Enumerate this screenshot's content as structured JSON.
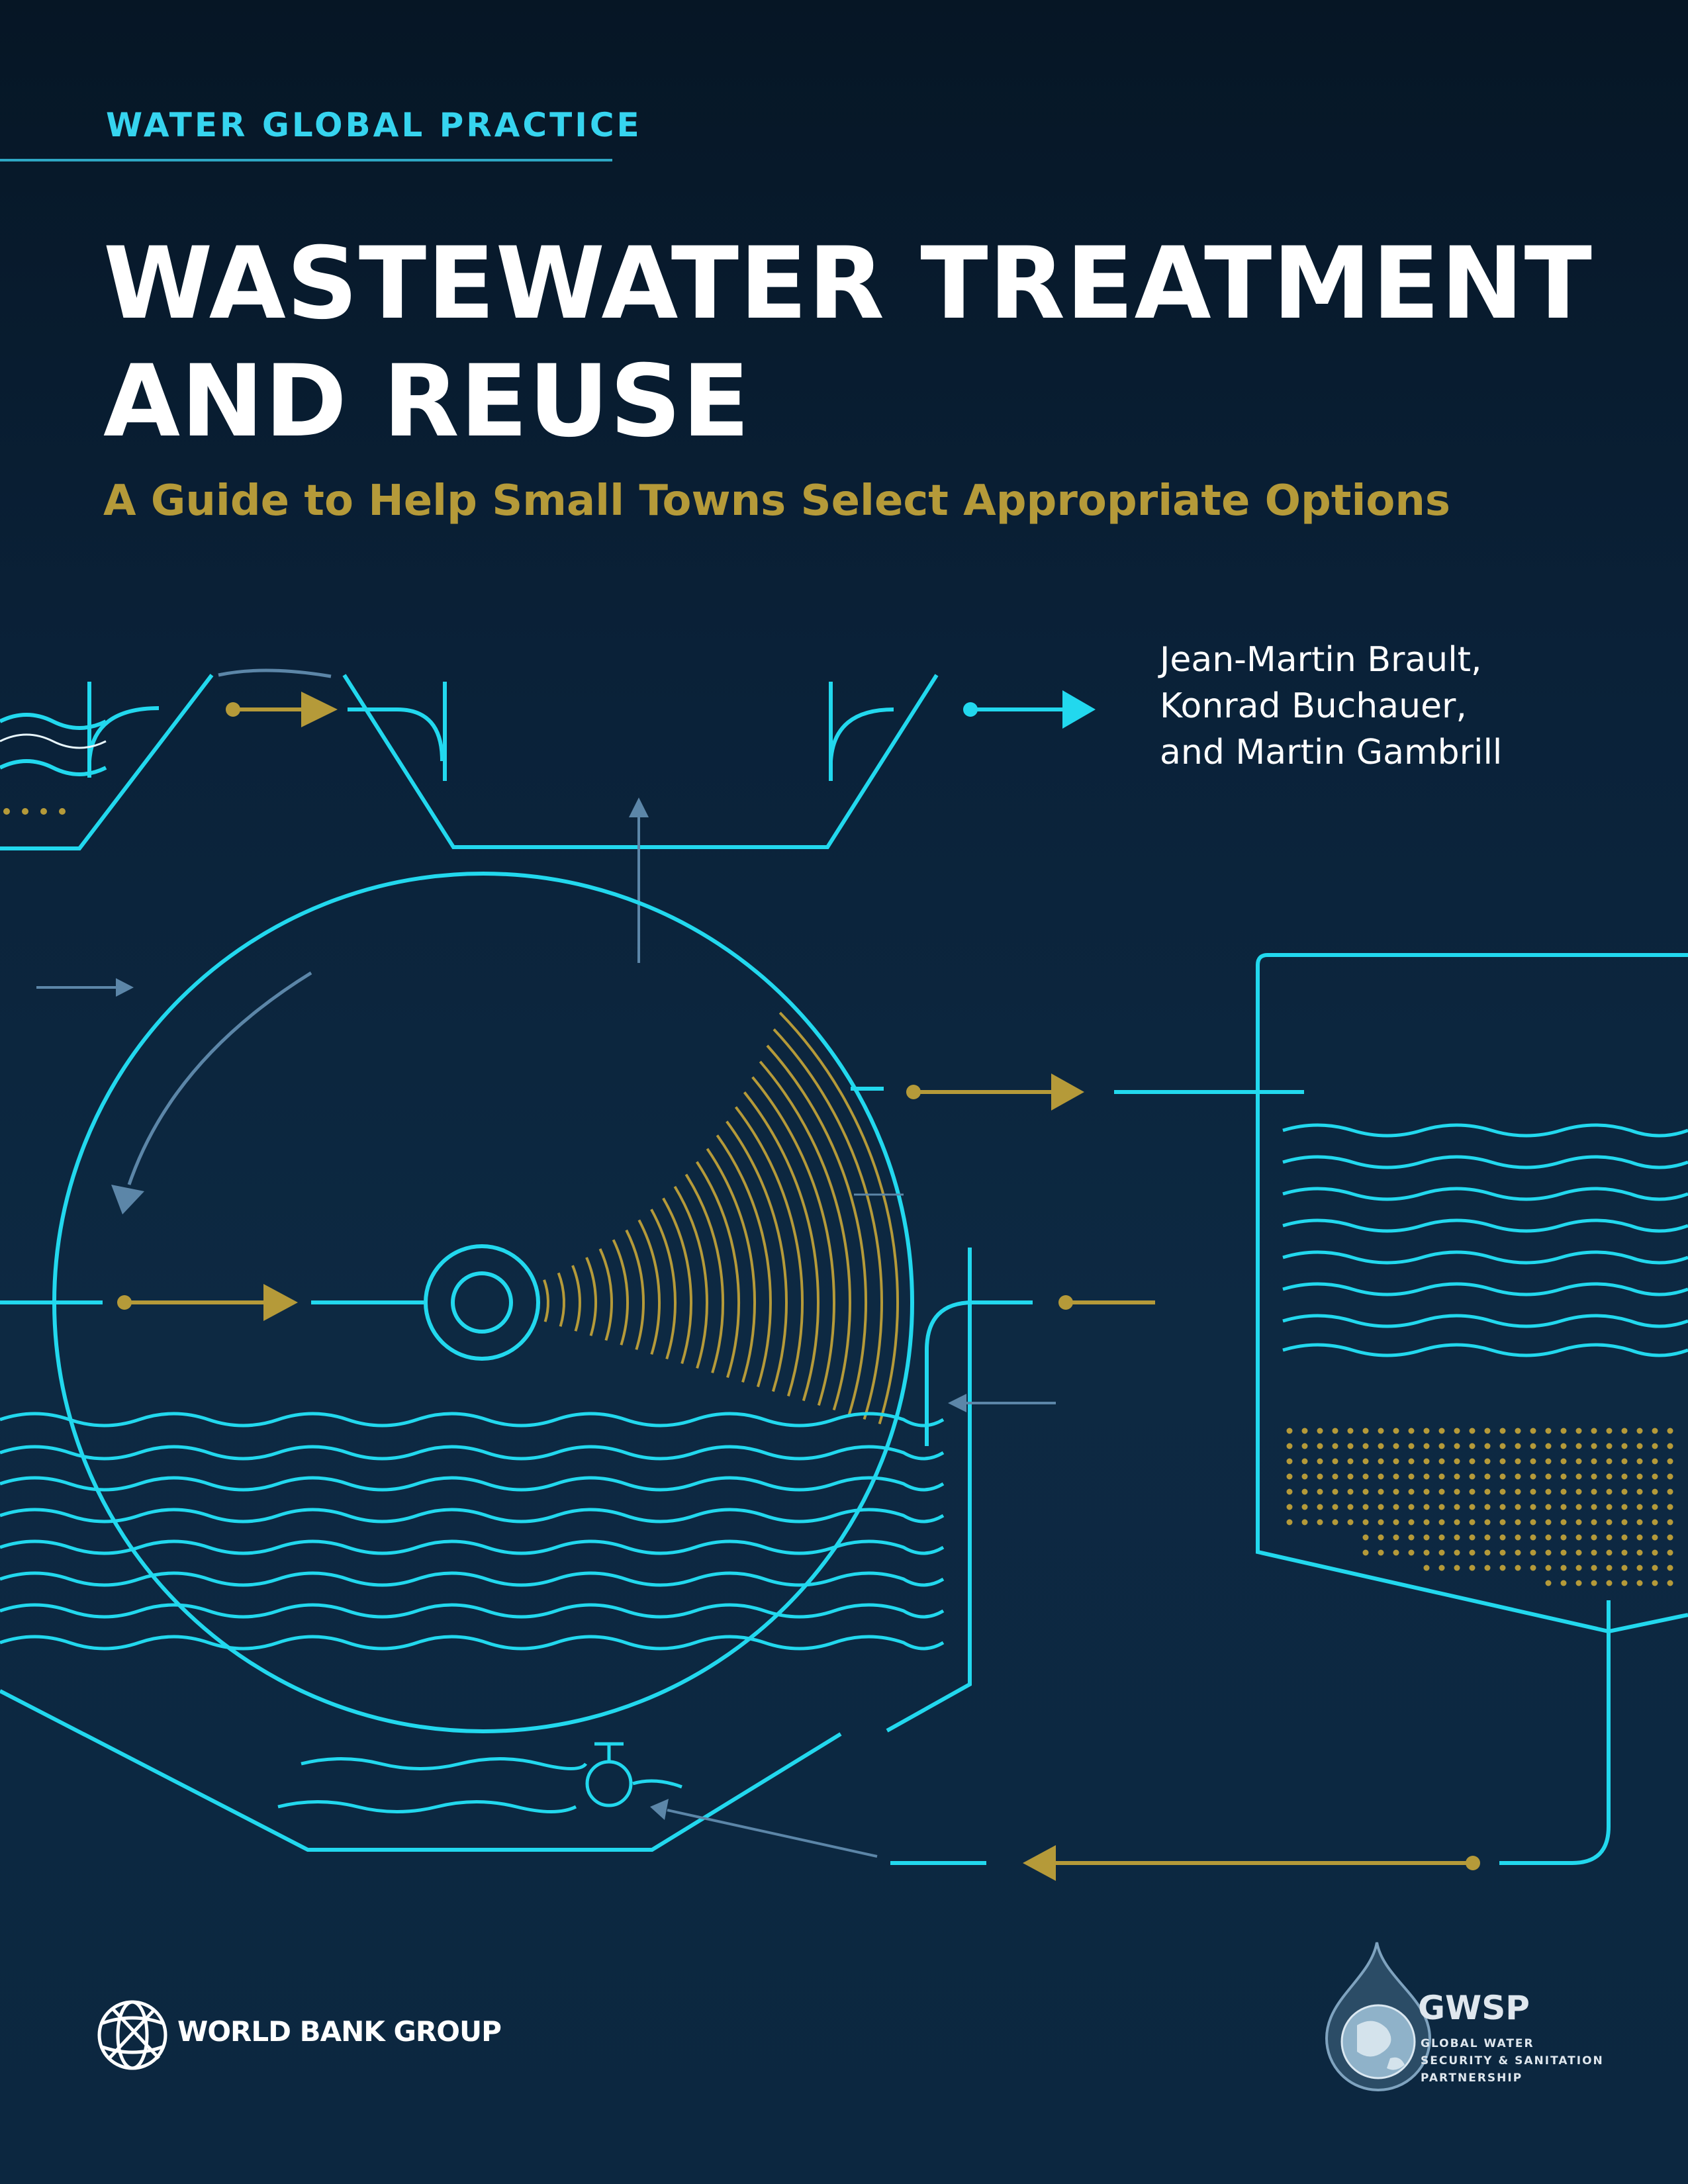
{
  "series_label": "WATER GLOBAL PRACTICE",
  "title_lines": [
    "WASTEWATER TREATMENT",
    "AND REUSE"
  ],
  "subtitle": "A Guide to Help Small Towns Select Appropriate Options",
  "authors": [
    "Jean-Martin Brault,",
    "Konrad Buchauer,",
    "and Martin Gambrill"
  ],
  "publisher_logo": {
    "text": "WORLD BANK GROUP",
    "icon": "globe-icon"
  },
  "partner_logo": {
    "abbreviation": "GWSP",
    "full_name_lines": [
      "GLOBAL WATER",
      "SECURITY & SANITATION",
      "PARTNERSHIP"
    ],
    "icon": "water-drop-globe-icon"
  },
  "colors": {
    "background_top": "#061625",
    "background_bottom": "#0c2740",
    "cyan_accent": "#22d8ee",
    "gold_accent": "#b59a39",
    "muted_blue": "#5c86a8",
    "white": "#ffffff"
  }
}
